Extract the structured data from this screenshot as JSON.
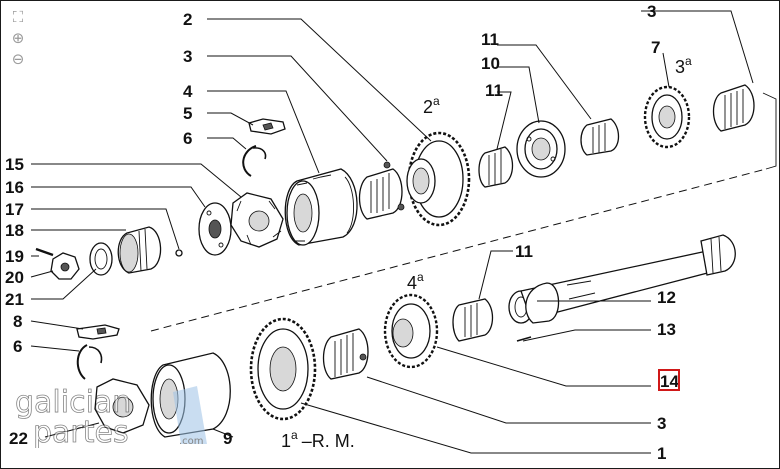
{
  "toolbar": {
    "fit_icon": "fit-to-screen-icon",
    "zoom_in_icon": "zoom-in-icon",
    "zoom_out_icon": "zoom-out-icon"
  },
  "callouts": {
    "c1": "1",
    "c2": "2",
    "c3a": "3",
    "c3b": "3",
    "c3c": "3",
    "c4": "4",
    "c5": "5",
    "c6a": "6",
    "c6b": "6",
    "c7": "7",
    "c8": "8",
    "c9": "9",
    "c10": "10",
    "c11a": "11",
    "c11b": "11",
    "c12": "12",
    "c13": "13",
    "c14": "14",
    "c15": "15",
    "c16": "16",
    "c17": "17",
    "c18": "18",
    "c19": "19",
    "c20": "20",
    "c21": "21",
    "c22": "22"
  },
  "gear_labels": {
    "first": {
      "num": "1",
      "sup": "a",
      "suffix": "–R. M."
    },
    "second": {
      "num": "2",
      "sup": "a"
    },
    "third": {
      "num": "3",
      "sup": "a"
    },
    "fourth": {
      "num": "4",
      "sup": "a"
    }
  },
  "highlight": {
    "part": "14",
    "color": "#d01818"
  },
  "watermark": {
    "line1": "galician",
    "line2": "partes",
    "domain": ".com"
  }
}
